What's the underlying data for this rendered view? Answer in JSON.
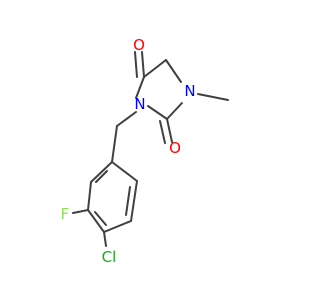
{
  "molecule": {
    "atoms": [
      {
        "id": "o1",
        "label": "O",
        "color": "#ff0000"
      },
      {
        "id": "o2",
        "label": "O",
        "color": "#ff0000"
      },
      {
        "id": "n1",
        "label": "N",
        "color": "#0000ff"
      },
      {
        "id": "n3",
        "label": "N",
        "color": "#0000ff"
      },
      {
        "id": "f",
        "label": "F",
        "color": "#90e050"
      },
      {
        "id": "cl",
        "label": "Cl",
        "color": "#1fa81f"
      }
    ],
    "bond_color": "#404040"
  }
}
